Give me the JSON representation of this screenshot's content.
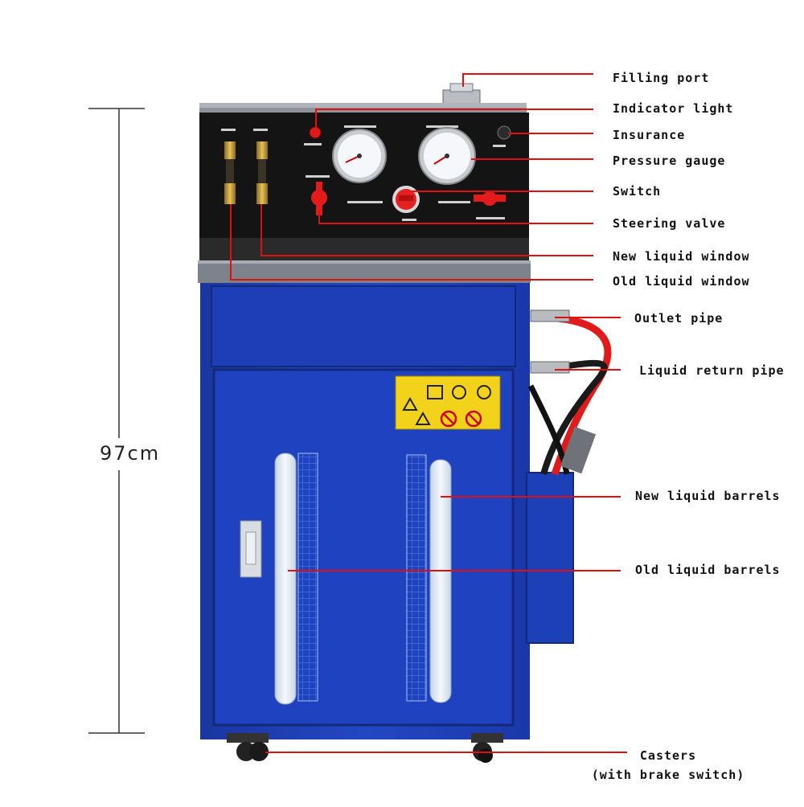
{
  "dimension": {
    "height_label": "97cm"
  },
  "callouts": {
    "filling_port": "Filling port",
    "indicator_light": "Indicator light",
    "insurance": "Insurance",
    "pressure_gauge": "Pressure gauge",
    "switch": "Switch",
    "steering_valve": "Steering valve",
    "new_liquid_window": "New liquid window",
    "old_liquid_window": "Old liquid window",
    "outlet_pipe": "Outlet pipe",
    "liquid_return_pipe": "Liquid return pipe",
    "new_liquid_barrels": "New liquid barrels",
    "old_liquid_barrels": "Old liquid barrels",
    "casters_line1": "Casters",
    "casters_line2": "(with brake switch)"
  },
  "colors": {
    "cabinet_blue": "#1f3fb4",
    "panel_black": "#141414",
    "leader_red": "#e01010",
    "frame_gray": "#8a8f96",
    "warning_yellow": "#f2d21a"
  }
}
